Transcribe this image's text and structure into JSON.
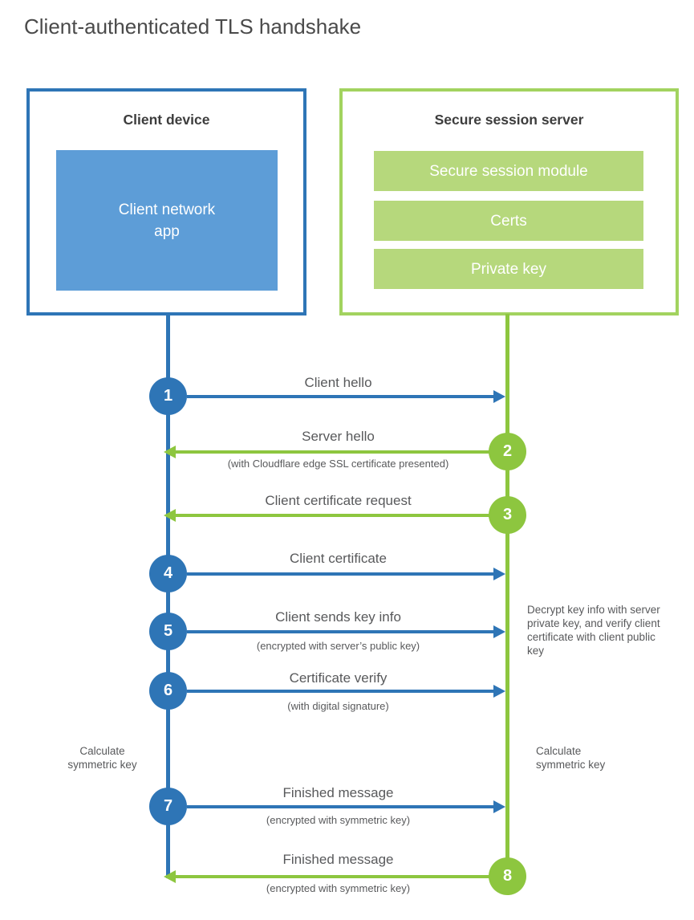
{
  "title": "Client-authenticated TLS handshake",
  "colors": {
    "blue": "#2e75b6",
    "blue_fill": "#5d9dd7",
    "green": "#8dc63f",
    "green_border": "#a2d35f",
    "green_fill": "#b6d87c",
    "title_color": "#4a4a4a",
    "heading_color": "#3d3d3d",
    "text_gray": "#58595b"
  },
  "client_box": {
    "title": "Client device",
    "inner_label": "Client network app"
  },
  "server_box": {
    "title": "Secure session server",
    "modules": [
      "Secure session module",
      "Certs",
      "Private key"
    ]
  },
  "steps": [
    {
      "num": "1",
      "actor": "client",
      "direction": "right",
      "label": "Client hello",
      "sublabel": ""
    },
    {
      "num": "2",
      "actor": "server",
      "direction": "left",
      "label": "Server hello",
      "sublabel": "(with Cloudflare edge SSL certificate presented)"
    },
    {
      "num": "3",
      "actor": "server",
      "direction": "left",
      "label": "Client certificate request",
      "sublabel": ""
    },
    {
      "num": "4",
      "actor": "client",
      "direction": "right",
      "label": "Client certificate",
      "sublabel": ""
    },
    {
      "num": "5",
      "actor": "client",
      "direction": "right",
      "label": "Client sends key info",
      "sublabel": "(encrypted with server’s public key)"
    },
    {
      "num": "6",
      "actor": "client",
      "direction": "right",
      "label": "Certificate verify",
      "sublabel": "(with digital signature)"
    },
    {
      "num": "7",
      "actor": "client",
      "direction": "right",
      "label": "Finished message",
      "sublabel": "(encrypted with symmetric key)"
    },
    {
      "num": "8",
      "actor": "server",
      "direction": "left",
      "label": "Finished message",
      "sublabel": "(encrypted with symmetric key)"
    }
  ],
  "notes": {
    "decrypt": "Decrypt key info with server private key, and verify client certificate with client public key",
    "calculate_left": "Calculate symmetric key",
    "calculate_right": "Calculate symmetric key"
  }
}
